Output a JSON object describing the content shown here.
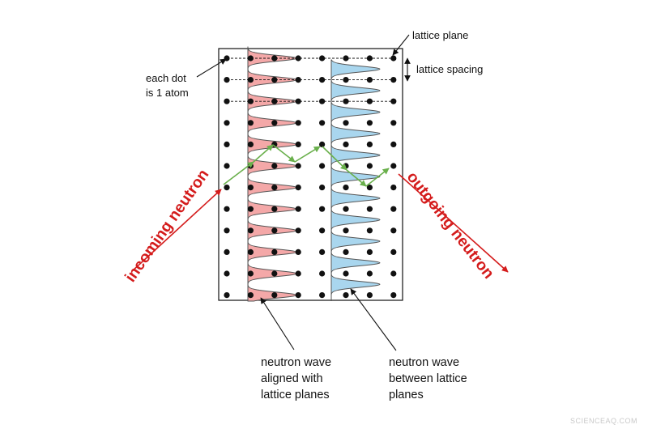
{
  "labels": {
    "lattice_plane": "lattice plane",
    "lattice_spacing": "lattice spacing",
    "each_dot_line1": "each dot",
    "each_dot_line2": "is 1 atom",
    "incoming": "incoming neutron",
    "outgoing": "outgoing neutron",
    "aligned_line1": "neutron wave",
    "aligned_line2": "aligned with",
    "aligned_line3": "lattice planes",
    "between_line1": "neutron wave",
    "between_line2": "between lattice",
    "between_line3": "planes",
    "watermark": "SCIENCEAQ.COM"
  },
  "lattice": {
    "rows": 12,
    "cols": 8
  },
  "colors": {
    "red_wave_fill": "#f4a8a8",
    "blue_wave_fill": "#a9d6ee",
    "arrow_red": "#d41c1c",
    "path_green": "#6ab04c",
    "dot": "#111111"
  }
}
